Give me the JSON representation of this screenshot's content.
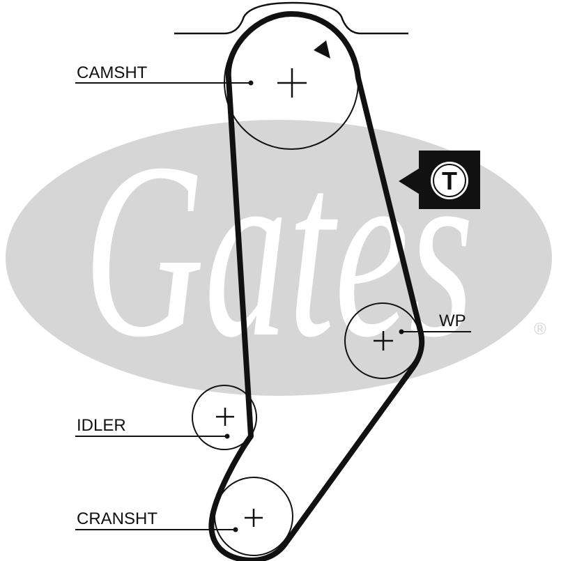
{
  "labels": {
    "camshaft": "CAMSHT",
    "water_pump": "WP",
    "idler": "IDLER",
    "crankshaft": "CRANSHT"
  },
  "tensioner_marker": "T",
  "watermark": {
    "brand": "Gates",
    "registered_mark": "®"
  },
  "colors": {
    "belt": "#111111",
    "watermark": "#d6d6d6",
    "background": "#ffffff"
  }
}
